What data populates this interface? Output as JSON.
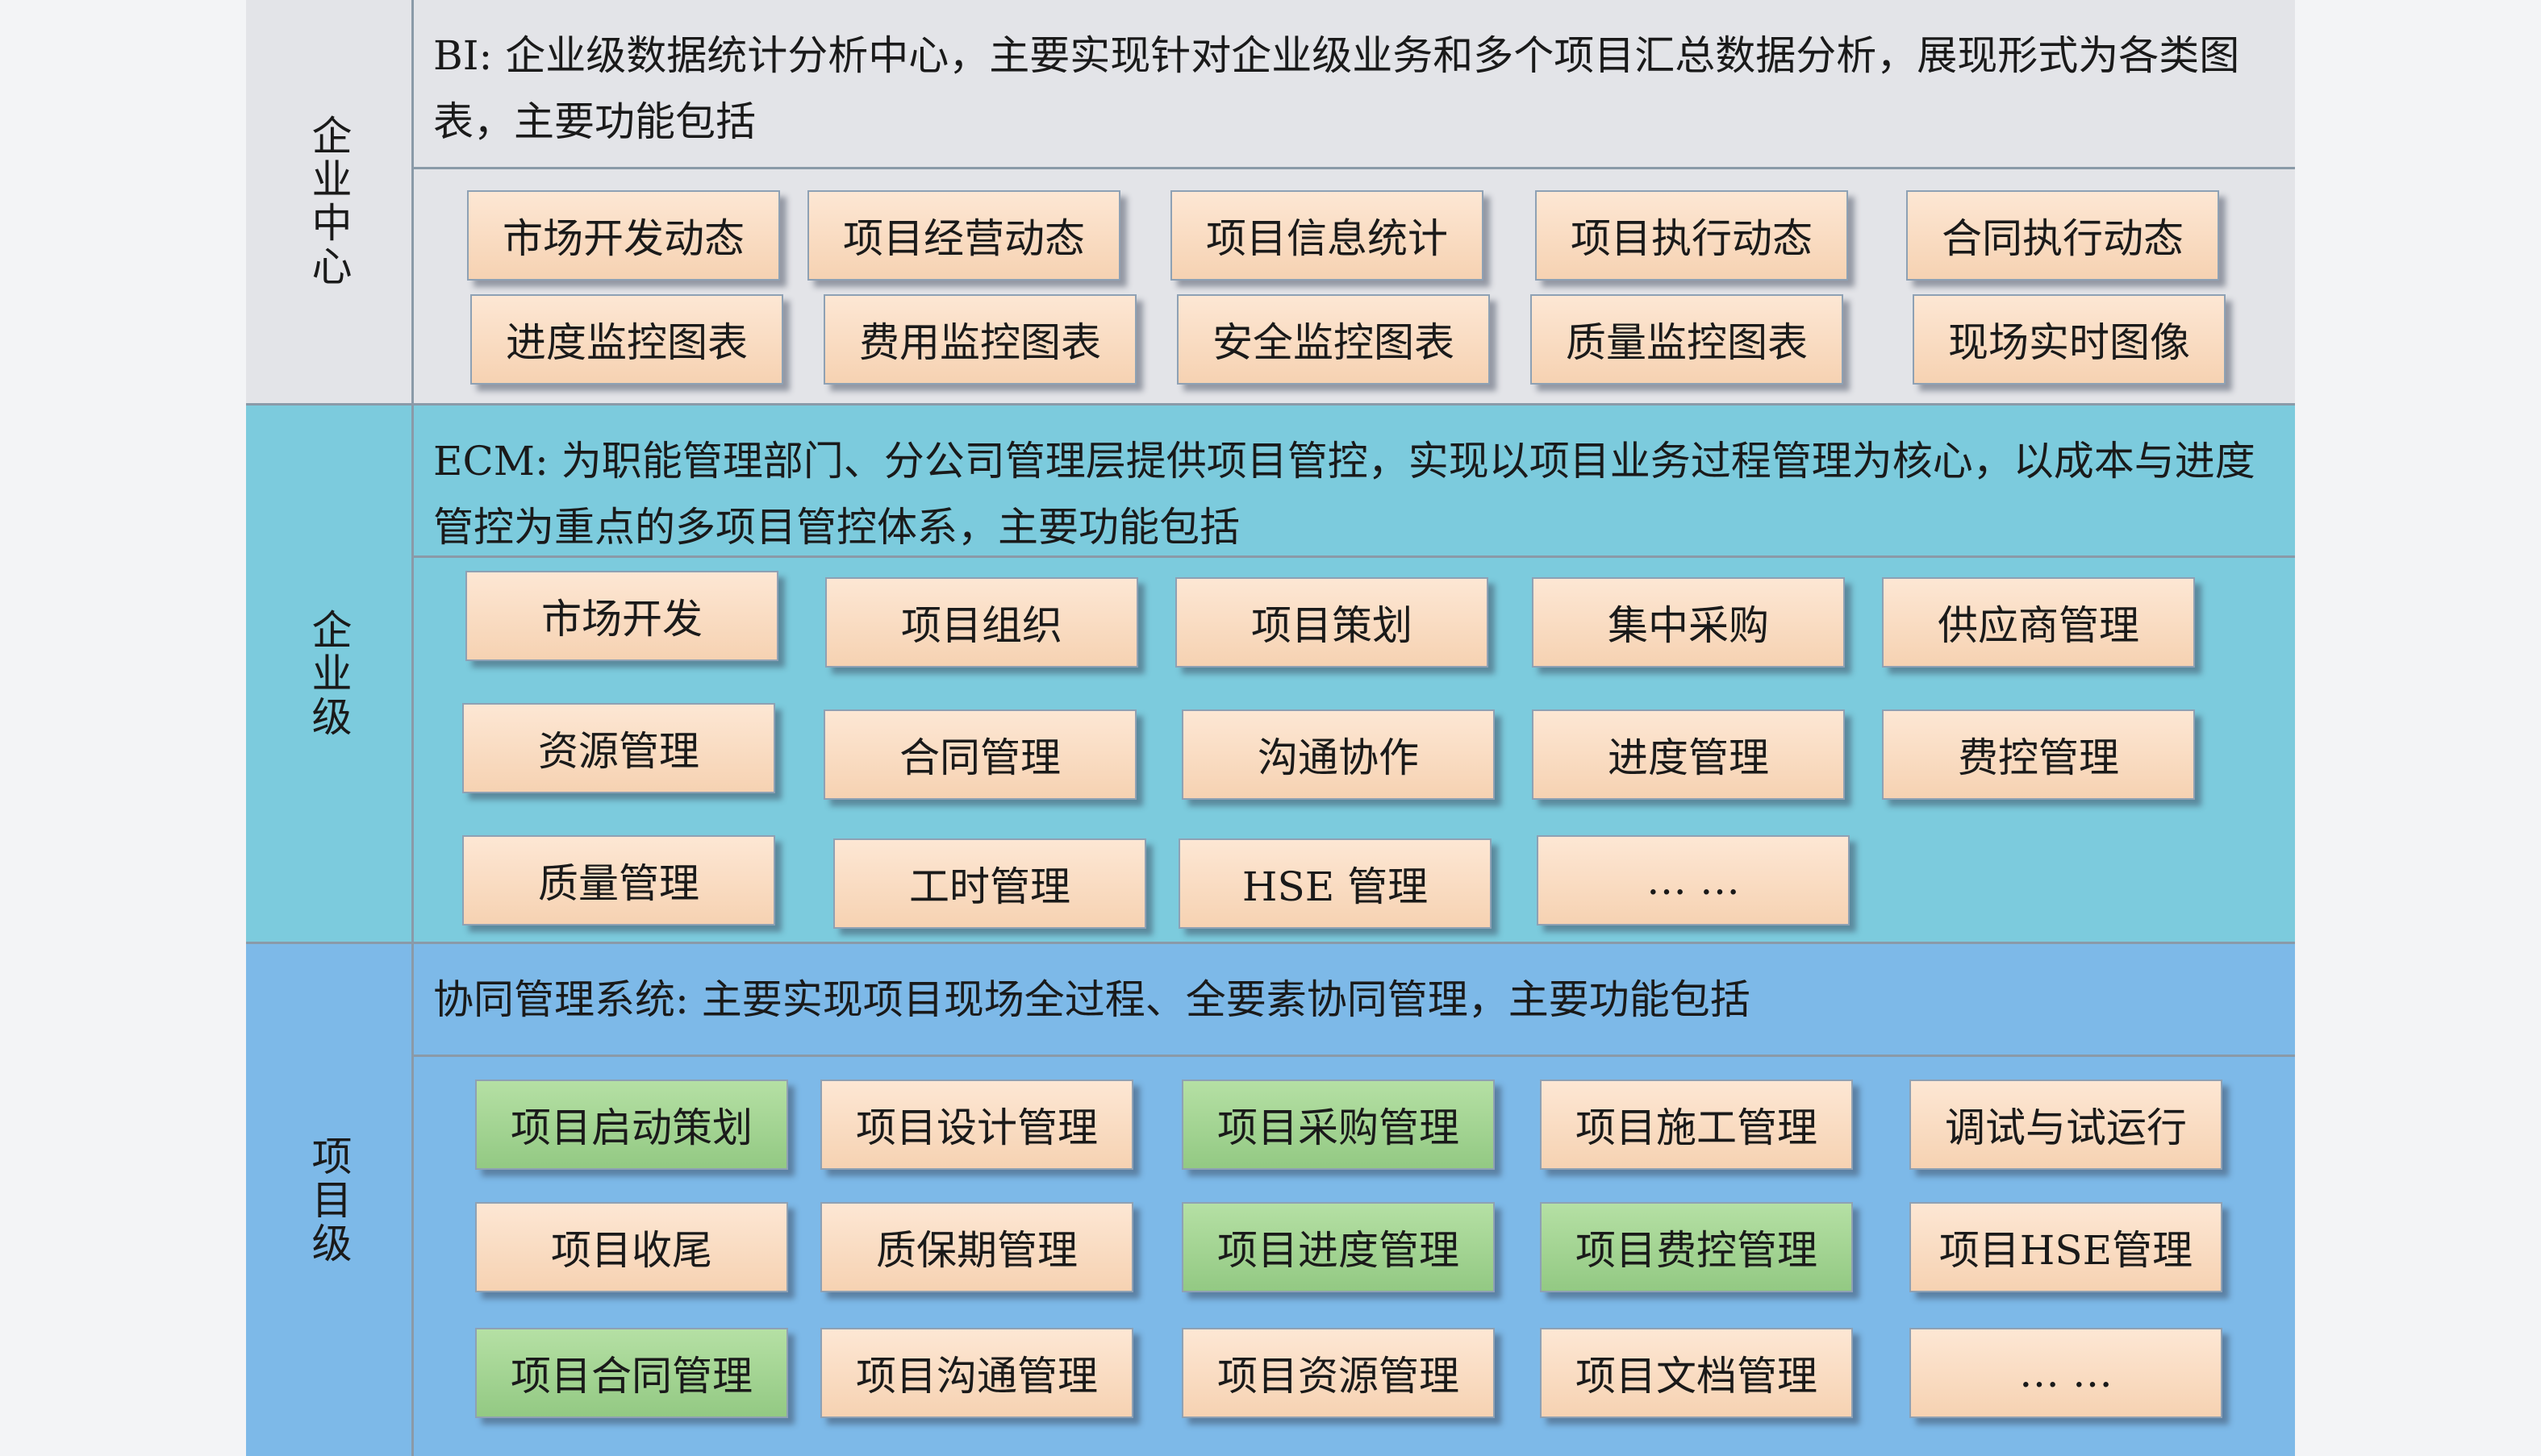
{
  "sections": [
    {
      "id": "bi",
      "label": "企业中心",
      "description": "BI: 企业级数据统计分析中心，主要实现针对企业级业务和多个项目汇总数据分析，展现形式为各类图表，主要功能包括",
      "boxes": [
        {
          "text": "市场开发动态",
          "fill": "peach"
        },
        {
          "text": "项目经营动态",
          "fill": "peach"
        },
        {
          "text": "项目信息统计",
          "fill": "peach"
        },
        {
          "text": "项目执行动态",
          "fill": "peach"
        },
        {
          "text": "合同执行动态",
          "fill": "peach"
        },
        {
          "text": "进度监控图表",
          "fill": "peach"
        },
        {
          "text": "费用监控图表",
          "fill": "peach"
        },
        {
          "text": "安全监控图表",
          "fill": "peach"
        },
        {
          "text": "质量监控图表",
          "fill": "peach"
        },
        {
          "text": "现场实时图像",
          "fill": "peach"
        }
      ]
    },
    {
      "id": "ecm",
      "label": "企业级",
      "description": "ECM: 为职能管理部门、分公司管理层提供项目管控，实现以项目业务过程管理为核心，以成本与进度管控为重点的多项目管控体系，主要功能包括",
      "boxes": [
        {
          "text": "市场开发",
          "fill": "peach"
        },
        {
          "text": "项目组织",
          "fill": "peach"
        },
        {
          "text": "项目策划",
          "fill": "peach"
        },
        {
          "text": "集中采购",
          "fill": "peach"
        },
        {
          "text": "供应商管理",
          "fill": "peach"
        },
        {
          "text": "资源管理",
          "fill": "peach"
        },
        {
          "text": "合同管理",
          "fill": "peach"
        },
        {
          "text": "沟通协作",
          "fill": "peach"
        },
        {
          "text": "进度管理",
          "fill": "peach"
        },
        {
          "text": "费控管理",
          "fill": "peach"
        },
        {
          "text": "质量管理",
          "fill": "peach"
        },
        {
          "text": "工时管理",
          "fill": "peach"
        },
        {
          "text": "HSE 管理",
          "fill": "peach"
        },
        {
          "text": "… …",
          "fill": "peach"
        }
      ]
    },
    {
      "id": "proj",
      "label": "项目级",
      "description": "协同管理系统: 主要实现项目现场全过程、全要素协同管理，主要功能包括",
      "boxes": [
        {
          "text": "项目启动策划",
          "fill": "green"
        },
        {
          "text": "项目设计管理",
          "fill": "peach"
        },
        {
          "text": "项目采购管理",
          "fill": "green"
        },
        {
          "text": "项目施工管理",
          "fill": "peach"
        },
        {
          "text": "调试与试运行",
          "fill": "peach"
        },
        {
          "text": "项目收尾",
          "fill": "peach"
        },
        {
          "text": "质保期管理",
          "fill": "peach"
        },
        {
          "text": "项目进度管理",
          "fill": "green"
        },
        {
          "text": "项目费控管理",
          "fill": "green"
        },
        {
          "text": "项目HSE管理",
          "fill": "peach"
        },
        {
          "text": "项目合同管理",
          "fill": "green"
        },
        {
          "text": "项目沟通管理",
          "fill": "peach"
        },
        {
          "text": "项目资源管理",
          "fill": "peach"
        },
        {
          "text": "项目文档管理",
          "fill": "peach"
        },
        {
          "text": "… …",
          "fill": "peach"
        }
      ]
    }
  ]
}
